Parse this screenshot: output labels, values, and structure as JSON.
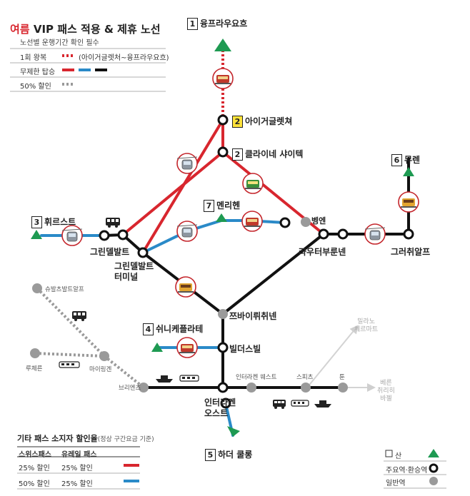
{
  "legend": {
    "title_accent": "여름",
    "title_rest": " VIP 패스 적용 & 제휴 노선",
    "subtitle": "노선별 운행기간 확인 필수",
    "row_roundtrip": "1회 왕복",
    "row_roundtrip_desc": "(아이거글렛처~융프라우요흐)",
    "row_unlimited": "무제한 탑승",
    "row_half": "50% 할인"
  },
  "stations": {
    "jungfraujoch": {
      "num": "1",
      "name": "융프라우요흐"
    },
    "eigergletscher": {
      "num": "2",
      "name": "아이거글렛쳐"
    },
    "kleine_scheidegg": {
      "num": "2",
      "name": "클라이네 샤이텍"
    },
    "first": {
      "num": "3",
      "name": "휘르스트"
    },
    "mannlichen": {
      "num": "7",
      "name": "멘리헨"
    },
    "murren": {
      "num": "6",
      "name": "뮤렌"
    },
    "schynige_platte": {
      "num": "4",
      "name": "쉬니케플라테"
    },
    "harder_kulm": {
      "num": "5",
      "name": "하더 쿨롱"
    },
    "wengen": "벵엔",
    "grindelwald": "그린델발트",
    "grindelwald_terminal": "그린델발트\n터미널",
    "lauterbrunnen": "라우터부룬넨",
    "grutschalp": "그러취알프",
    "zweilutschinen": "쯔바이뤼취넨",
    "wilderswil": "빌더스빌",
    "interlaken_ost": "인터라켄\n오스트",
    "interlaken_west": "인터라켄 웨스트",
    "spiez": "스피츠",
    "thun": "툰",
    "brienz": "브리엔츠",
    "meiringen": "마이링겐",
    "lucerne": "루체른",
    "schwarzwaldalp": "슈발츠발트알프",
    "milano": "밀라노\n체르마트",
    "bern": "베른\n취리히\n바젤"
  },
  "discount_table": {
    "heading": "기타 패스 소지자 할인율",
    "heading_note": "(정상 구간요금 기준)",
    "col1": "스위스패스",
    "col2": "유레일 패스",
    "rows": [
      {
        "swiss": "25% 할인",
        "eurail": "25% 할인",
        "color": "#d8262e"
      },
      {
        "swiss": "50% 할인",
        "eurail": "25% 할인",
        "color": "#2a8ac8"
      }
    ]
  },
  "map_legend": {
    "mountain": "산",
    "major_station": "주요역·환승역",
    "regular_station": "일반역"
  },
  "colors": {
    "red": "#d8262e",
    "blue": "#2a8ac8",
    "black": "#111111",
    "grey": "#9a9a9a",
    "mountain_green": "#1e9a52",
    "highlight_yellow": "#ffe33a"
  },
  "icons": [
    "cable-car-icon",
    "train-icon",
    "bus-icon",
    "boat-icon",
    "mountain-icon"
  ]
}
